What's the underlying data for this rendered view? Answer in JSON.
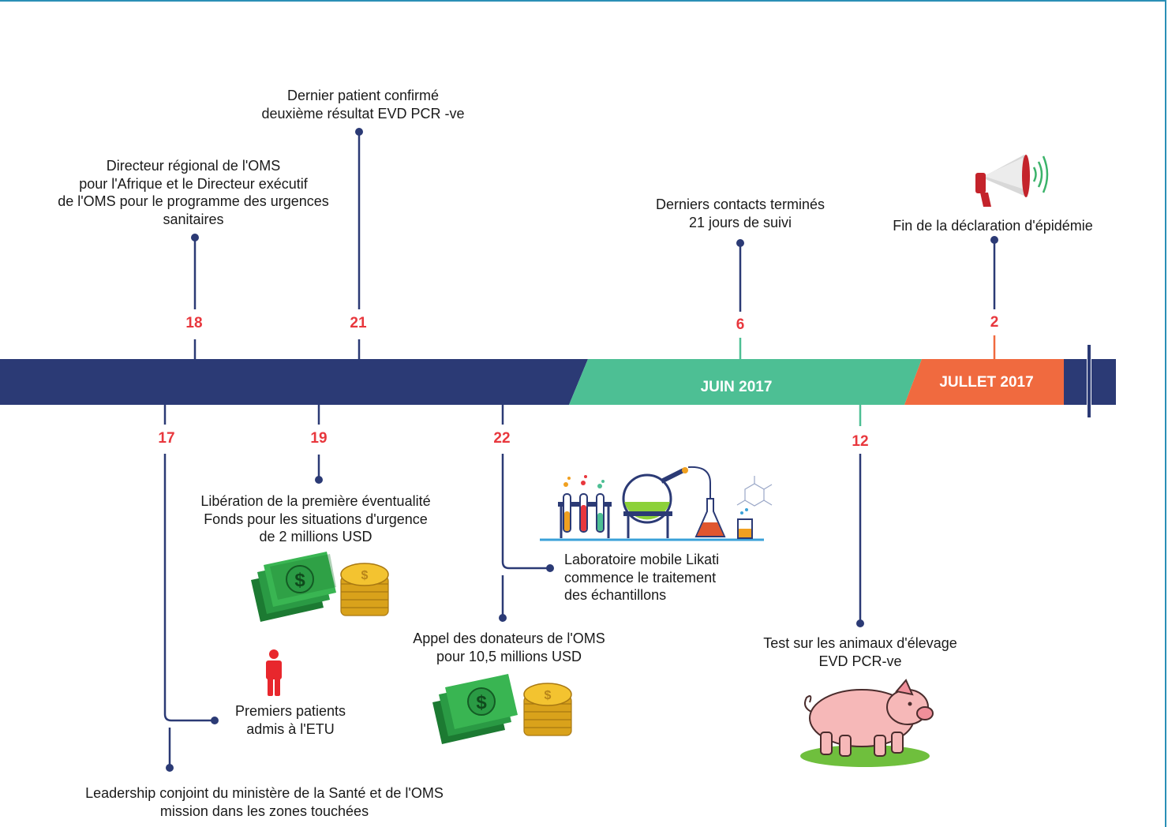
{
  "colors": {
    "navy": "#2b3a75",
    "green": "#4dbf94",
    "orange": "#f06a3f",
    "day_red": "#e8373d",
    "frame": "#2a8fb6"
  },
  "months": {
    "june": "JUIN 2017",
    "july": "JULLET 2017"
  },
  "days": {
    "d18": "18",
    "d21": "21",
    "d6": "6",
    "d2": "2",
    "d17": "17",
    "d19": "19",
    "d22": "22",
    "d12": "12"
  },
  "events": {
    "regional_director": "Directeur régional de l'OMS\npour l'Afrique et le Directeur exécutif\nde l'OMS pour le programme des urgences\nsanitaires",
    "last_patient": "Dernier patient confirmé\ndeuxième résultat EVD PCR -ve",
    "last_contacts": "Derniers contacts terminés\n21 jours de suivi",
    "end_declaration": "Fin de la déclaration d'épidémie",
    "cerf_release": "Libération de la première éventualité\nFonds pour les situations d'urgence\nde 2 millions USD",
    "mobile_lab": "Laboratoire mobile Likati\ncommence le traitement\ndes échantillons",
    "donor_appeal": "Appel des donateurs de l'OMS\npour 10,5 millions USD",
    "first_patients": "Premiers patients\nadmis à l'ETU",
    "joint_mission": "Leadership conjoint du ministère de la Santé et de l'OMS\nmission dans les zones touchées",
    "animal_test": "Test sur les animaux d'élevage\nEVD PCR-ve"
  },
  "icons": [
    "megaphone-icon",
    "money-icon",
    "person-icon",
    "lab-icon",
    "pig-icon"
  ]
}
